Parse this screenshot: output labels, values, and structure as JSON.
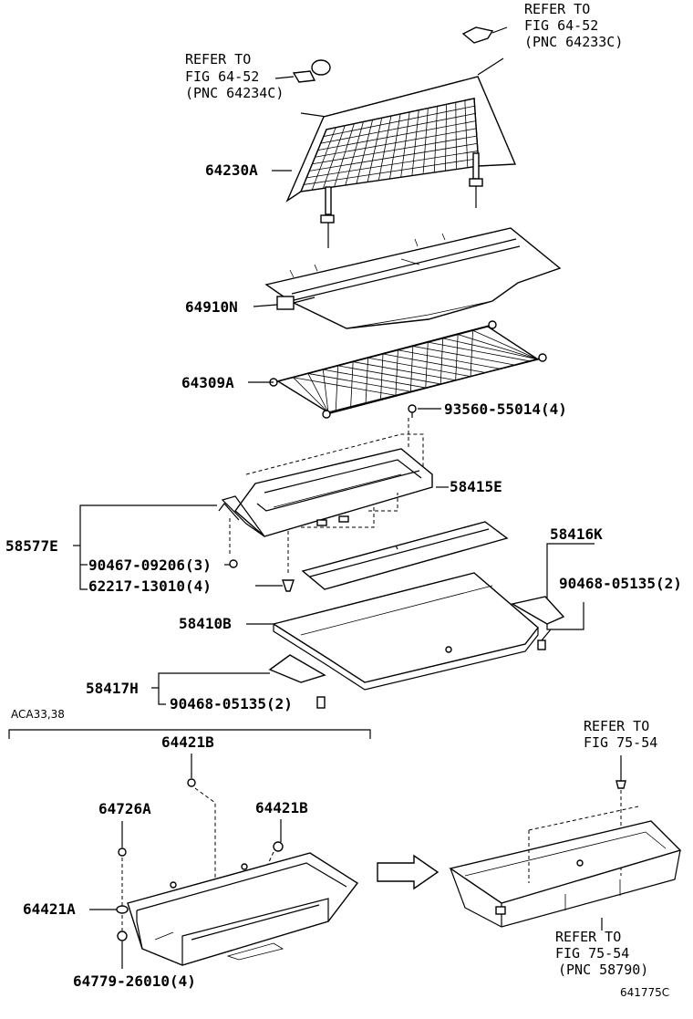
{
  "refs": {
    "r1": [
      "REFER TO",
      "FIG 64-52",
      "(PNC 64233C)"
    ],
    "r2": [
      "REFER TO",
      "FIG 64-52",
      "(PNC 64234C)"
    ],
    "r3": [
      "REFER TO",
      "FIG 75-54"
    ],
    "r4": [
      "REFER TO",
      "FIG 75-54",
      "(PNC 58790)"
    ]
  },
  "labels": {
    "p64230A": "64230A",
    "p64910N": "64910N",
    "p64309A": "64309A",
    "p93560": "93560-55014(4)",
    "p58415E": "58415E",
    "p58577E": "58577E",
    "p90467": "90467-09206(3)",
    "p62217": "62217-13010(4)",
    "p58416K": "58416K",
    "p90468a": "90468-05135(2)",
    "p58410B": "58410B",
    "p58417H": "58417H",
    "p90468b": "90468-05135(2)",
    "variant": "ACA33,38",
    "p64421B_top": "64421B",
    "p64726A": "64726A",
    "p64421B": "64421B",
    "p64421A": "64421A",
    "p64779": "64779-26010(4)",
    "figure_id": "641775C"
  }
}
